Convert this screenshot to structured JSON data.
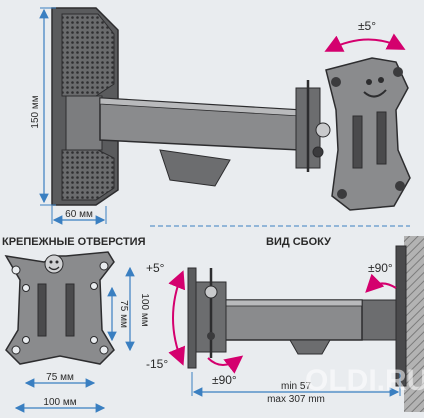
{
  "dimensions": {
    "height_top": "150 мм",
    "width_top": "60 мм",
    "plate_height_outer": "100 мм",
    "plate_height_inner": "75 мм",
    "plate_width_inner": "75 мм",
    "plate_width_outer": "100 мм",
    "extension_min": "min 57",
    "extension_max": "max 307 mm"
  },
  "angles": {
    "swivel_top": "±5°",
    "tilt_up": "+5°",
    "tilt_down": "-15°",
    "rotate_left": "±90°",
    "rotate_right": "±90°"
  },
  "sections": {
    "holes_title": "КРЕПЕЖНЫЕ ОТВЕРСТИЯ",
    "side_view_title": "ВИД СБОКУ"
  },
  "watermark": "OLDI.RU",
  "colors": {
    "background": "#e9ecef",
    "metal_dark": "#4a4a4c",
    "metal_mid": "#8a8b8d",
    "metal_light": "#b9babc",
    "dimension_blue": "#3a7fc1",
    "angle_magenta": "#d4006e",
    "wall_gray": "#9a9a9a"
  }
}
